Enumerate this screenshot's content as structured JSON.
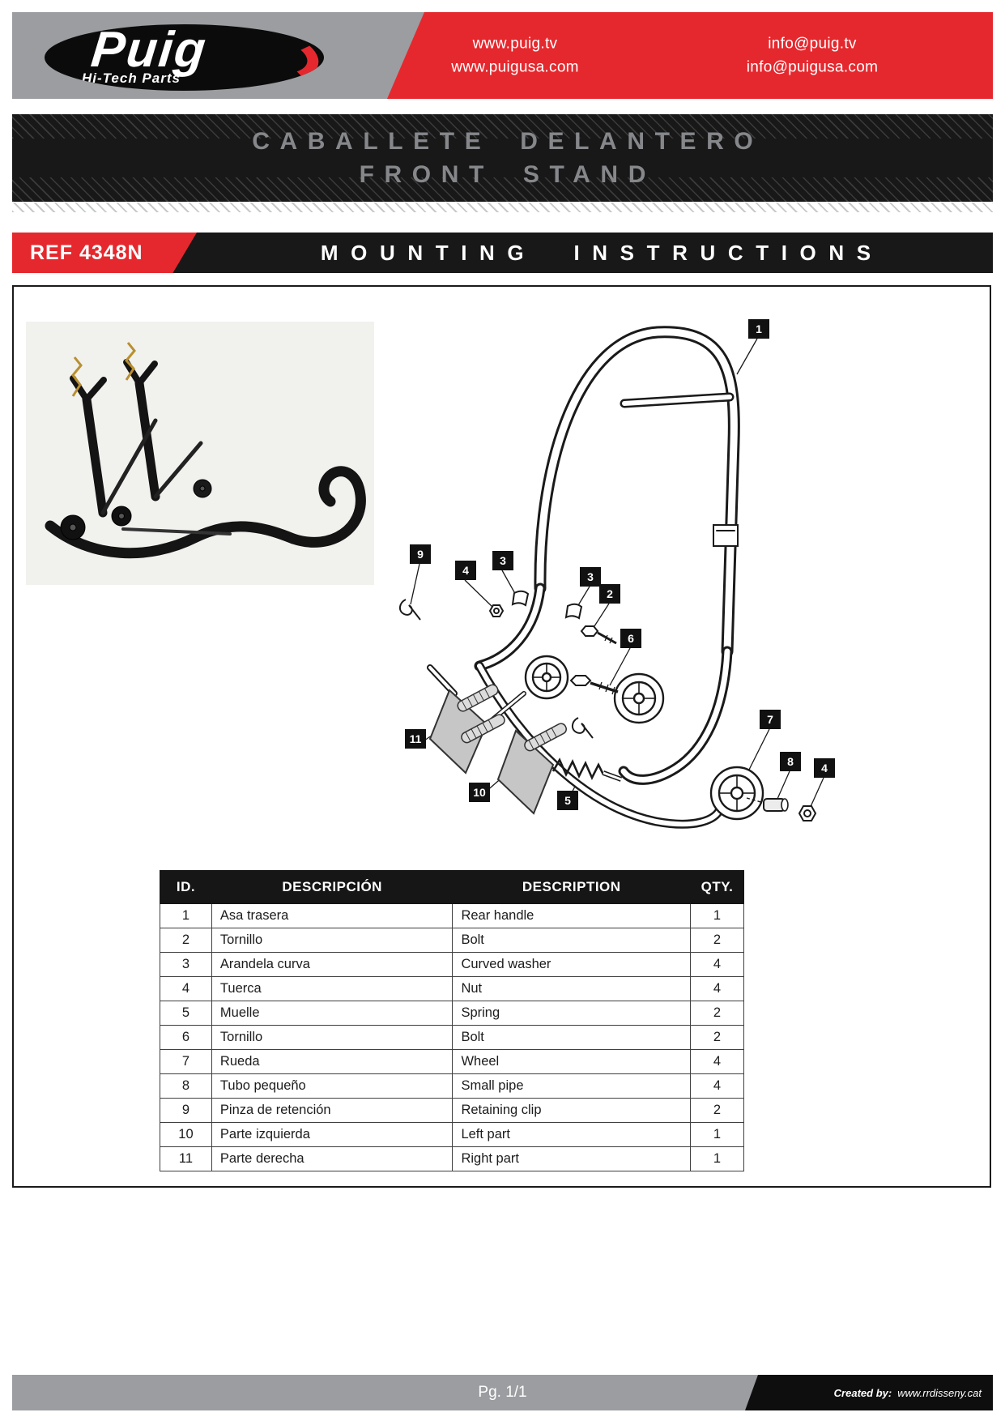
{
  "colors": {
    "brand_red": "#e5282e",
    "band_gray": "#9b9da0",
    "banner_black": "#181818",
    "banner_text_gray": "#85878b"
  },
  "header": {
    "logo": {
      "brand": "Puig",
      "tagline": "Hi-Tech Parts"
    },
    "websites": {
      "line1": "www.puig.tv",
      "line2": "www.puigusa.com"
    },
    "emails": {
      "line1": "info@puig.tv",
      "line2": "info@puigusa.com"
    }
  },
  "title_banner": {
    "line1": "CABALLETE DELANTERO",
    "line2": "FRONT STAND"
  },
  "ref_bar": {
    "ref": "REF 4348N",
    "title": "MOUNTING INSTRUCTIONS"
  },
  "diagram": {
    "callouts": [
      "1",
      "9",
      "4",
      "3",
      "3",
      "2",
      "6",
      "7",
      "8",
      "4",
      "11",
      "10",
      "5"
    ]
  },
  "parts_table": {
    "headers": {
      "id": "ID.",
      "descripcion": "DESCRIPCIÓN",
      "description": "DESCRIPTION",
      "qty": "QTY."
    },
    "rows": [
      {
        "id": "1",
        "descripcion": "Asa trasera",
        "description": "Rear handle",
        "qty": "1"
      },
      {
        "id": "2",
        "descripcion": "Tornillo",
        "description": "Bolt",
        "qty": "2"
      },
      {
        "id": "3",
        "descripcion": "Arandela curva",
        "description": "Curved washer",
        "qty": "4"
      },
      {
        "id": "4",
        "descripcion": "Tuerca",
        "description": "Nut",
        "qty": "4"
      },
      {
        "id": "5",
        "descripcion": "Muelle",
        "description": "Spring",
        "qty": "2"
      },
      {
        "id": "6",
        "descripcion": "Tornillo",
        "description": "Bolt",
        "qty": "2"
      },
      {
        "id": "7",
        "descripcion": "Rueda",
        "description": "Wheel",
        "qty": "4"
      },
      {
        "id": "8",
        "descripcion": "Tubo pequeño",
        "description": "Small pipe",
        "qty": "4"
      },
      {
        "id": "9",
        "descripcion": "Pinza de retención",
        "description": "Retaining clip",
        "qty": "2"
      },
      {
        "id": "10",
        "descripcion": "Parte izquierda",
        "description": "Left part",
        "qty": "1"
      },
      {
        "id": "11",
        "descripcion": "Parte derecha",
        "description": "Right part",
        "qty": "1"
      }
    ]
  },
  "footer": {
    "page": "Pg. 1/1",
    "credit_label": "Created by:",
    "credit_url": "www.rrdisseny.cat"
  }
}
